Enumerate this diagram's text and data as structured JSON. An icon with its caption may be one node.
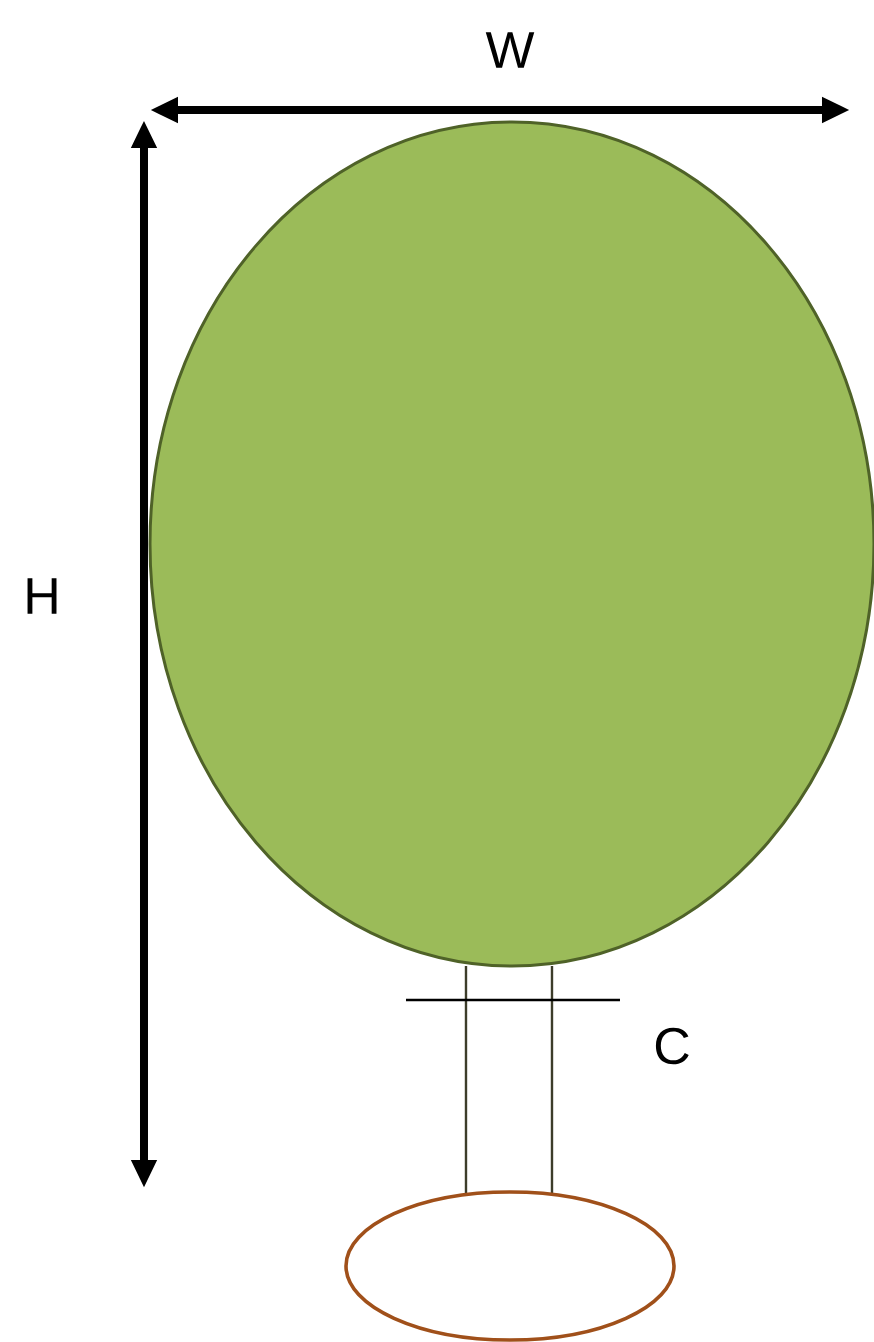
{
  "diagram": {
    "labels": [
      "W",
      "H",
      "C"
    ]
  }
}
